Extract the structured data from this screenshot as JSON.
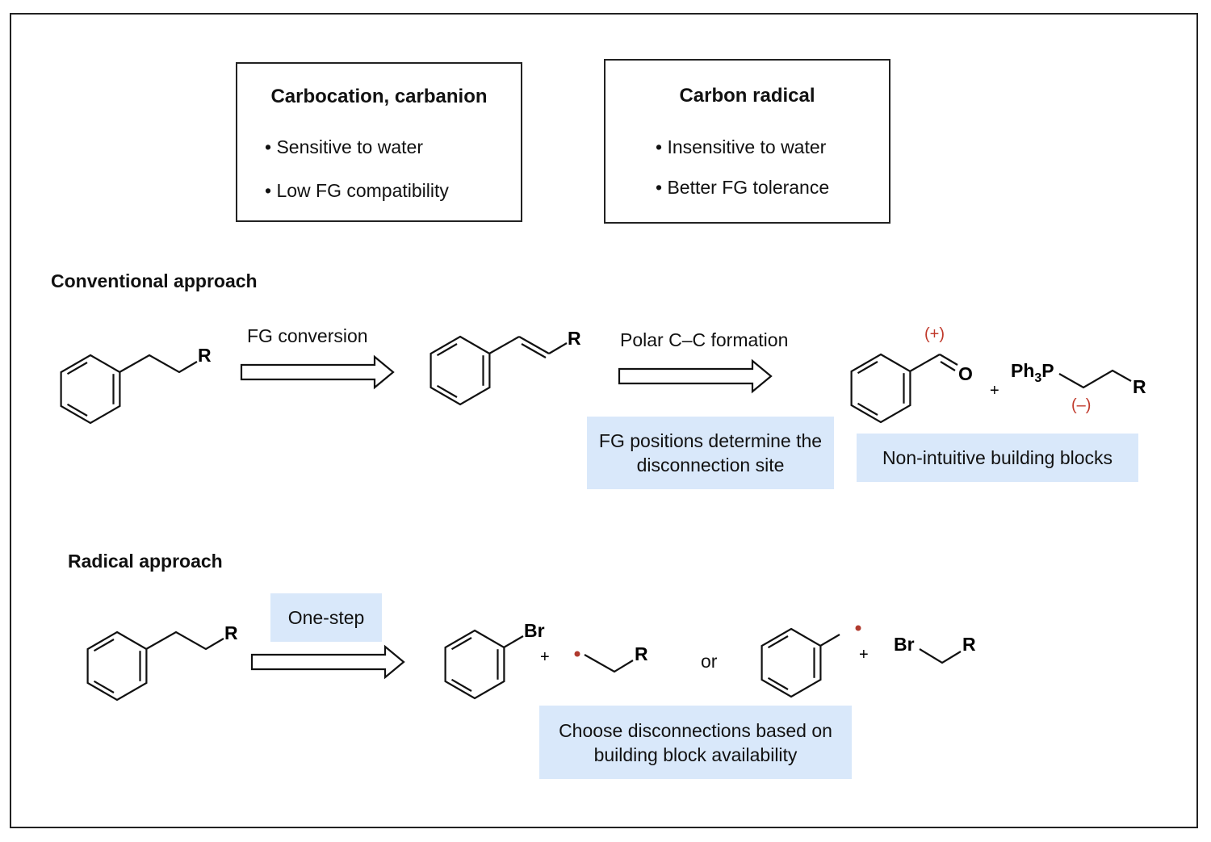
{
  "boxes": [
    {
      "title": "Carbocation, carbanion",
      "bullets": [
        "• Sensitive to water",
        "• Low FG compatibility"
      ]
    },
    {
      "title": "Carbon radical",
      "bullets": [
        "• Insensitive to water",
        "• Better FG tolerance"
      ]
    }
  ],
  "conventional": {
    "heading": "Conventional approach",
    "arrow1_label": "FG conversion",
    "arrow2_label": "Polar C–C formation",
    "note1": "FG positions determine the disconnection site",
    "note2": "Non-intuitive building blocks",
    "atoms": {
      "r": "R",
      "o": "O",
      "plus_charge": "(+)",
      "minus_charge": "(–)",
      "ph3p_main": "Ph",
      "ph3p_sub": "3",
      "ph3p_end": "P",
      "plus": "+"
    }
  },
  "radical": {
    "heading": "Radical approach",
    "step_label": "One-step",
    "or_label": "or",
    "note": "Choose disconnections based on building block availability",
    "atoms": {
      "r": "R",
      "br": "Br",
      "plus": "+"
    }
  },
  "colors": {
    "note_bg": "#d9e8fa",
    "charge": "#c0392b",
    "radical_dot": "#b03a2e"
  }
}
